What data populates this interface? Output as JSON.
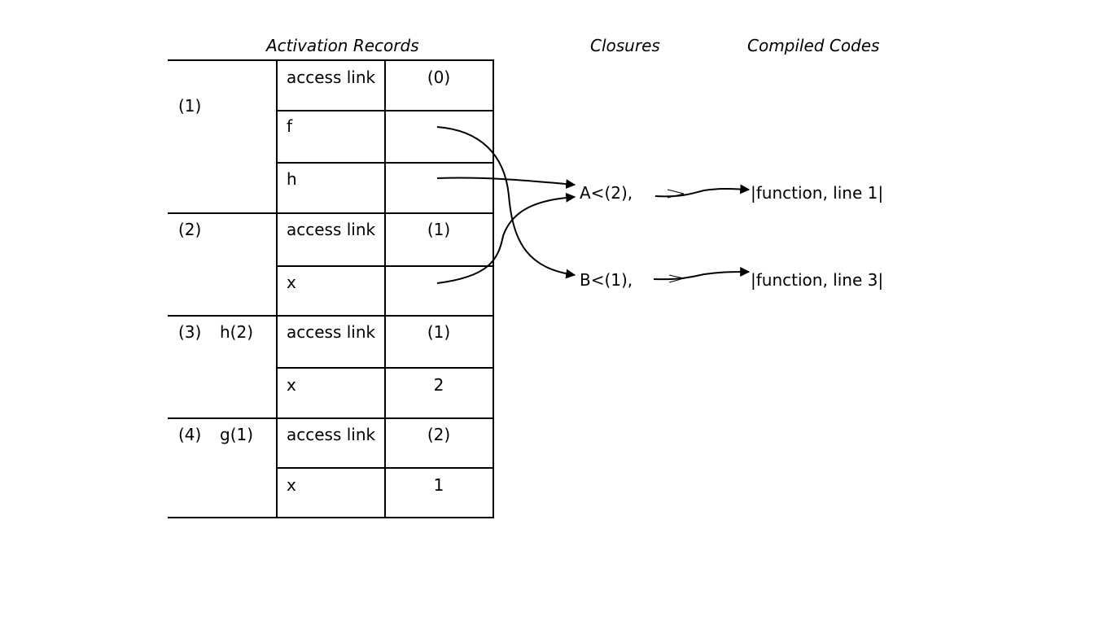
{
  "headers": {
    "activation_records": "Activation Records",
    "closures": "Closures",
    "compiled_codes": "Compiled Codes"
  },
  "records": [
    {
      "label": "(1)",
      "call": "",
      "rows": [
        {
          "name": "access link",
          "value": "(0)"
        },
        {
          "name": "f",
          "value": ""
        },
        {
          "name": "h",
          "value": ""
        }
      ]
    },
    {
      "label": "(2)",
      "call": "",
      "rows": [
        {
          "name": "access link",
          "value": "(1)"
        },
        {
          "name": "x",
          "value": ""
        }
      ]
    },
    {
      "label": "(3)",
      "call": "h(2)",
      "rows": [
        {
          "name": "access link",
          "value": "(1)"
        },
        {
          "name": "x",
          "value": "2"
        }
      ]
    },
    {
      "label": "(4)",
      "call": "g(1)",
      "rows": [
        {
          "name": "access link",
          "value": "(2)"
        },
        {
          "name": "x",
          "value": "1"
        }
      ]
    }
  ],
  "closures": [
    {
      "text": "A<(2),",
      "code": "|function, line 1|"
    },
    {
      "text": "B<(1),",
      "code": "|function, line 3|"
    }
  ]
}
